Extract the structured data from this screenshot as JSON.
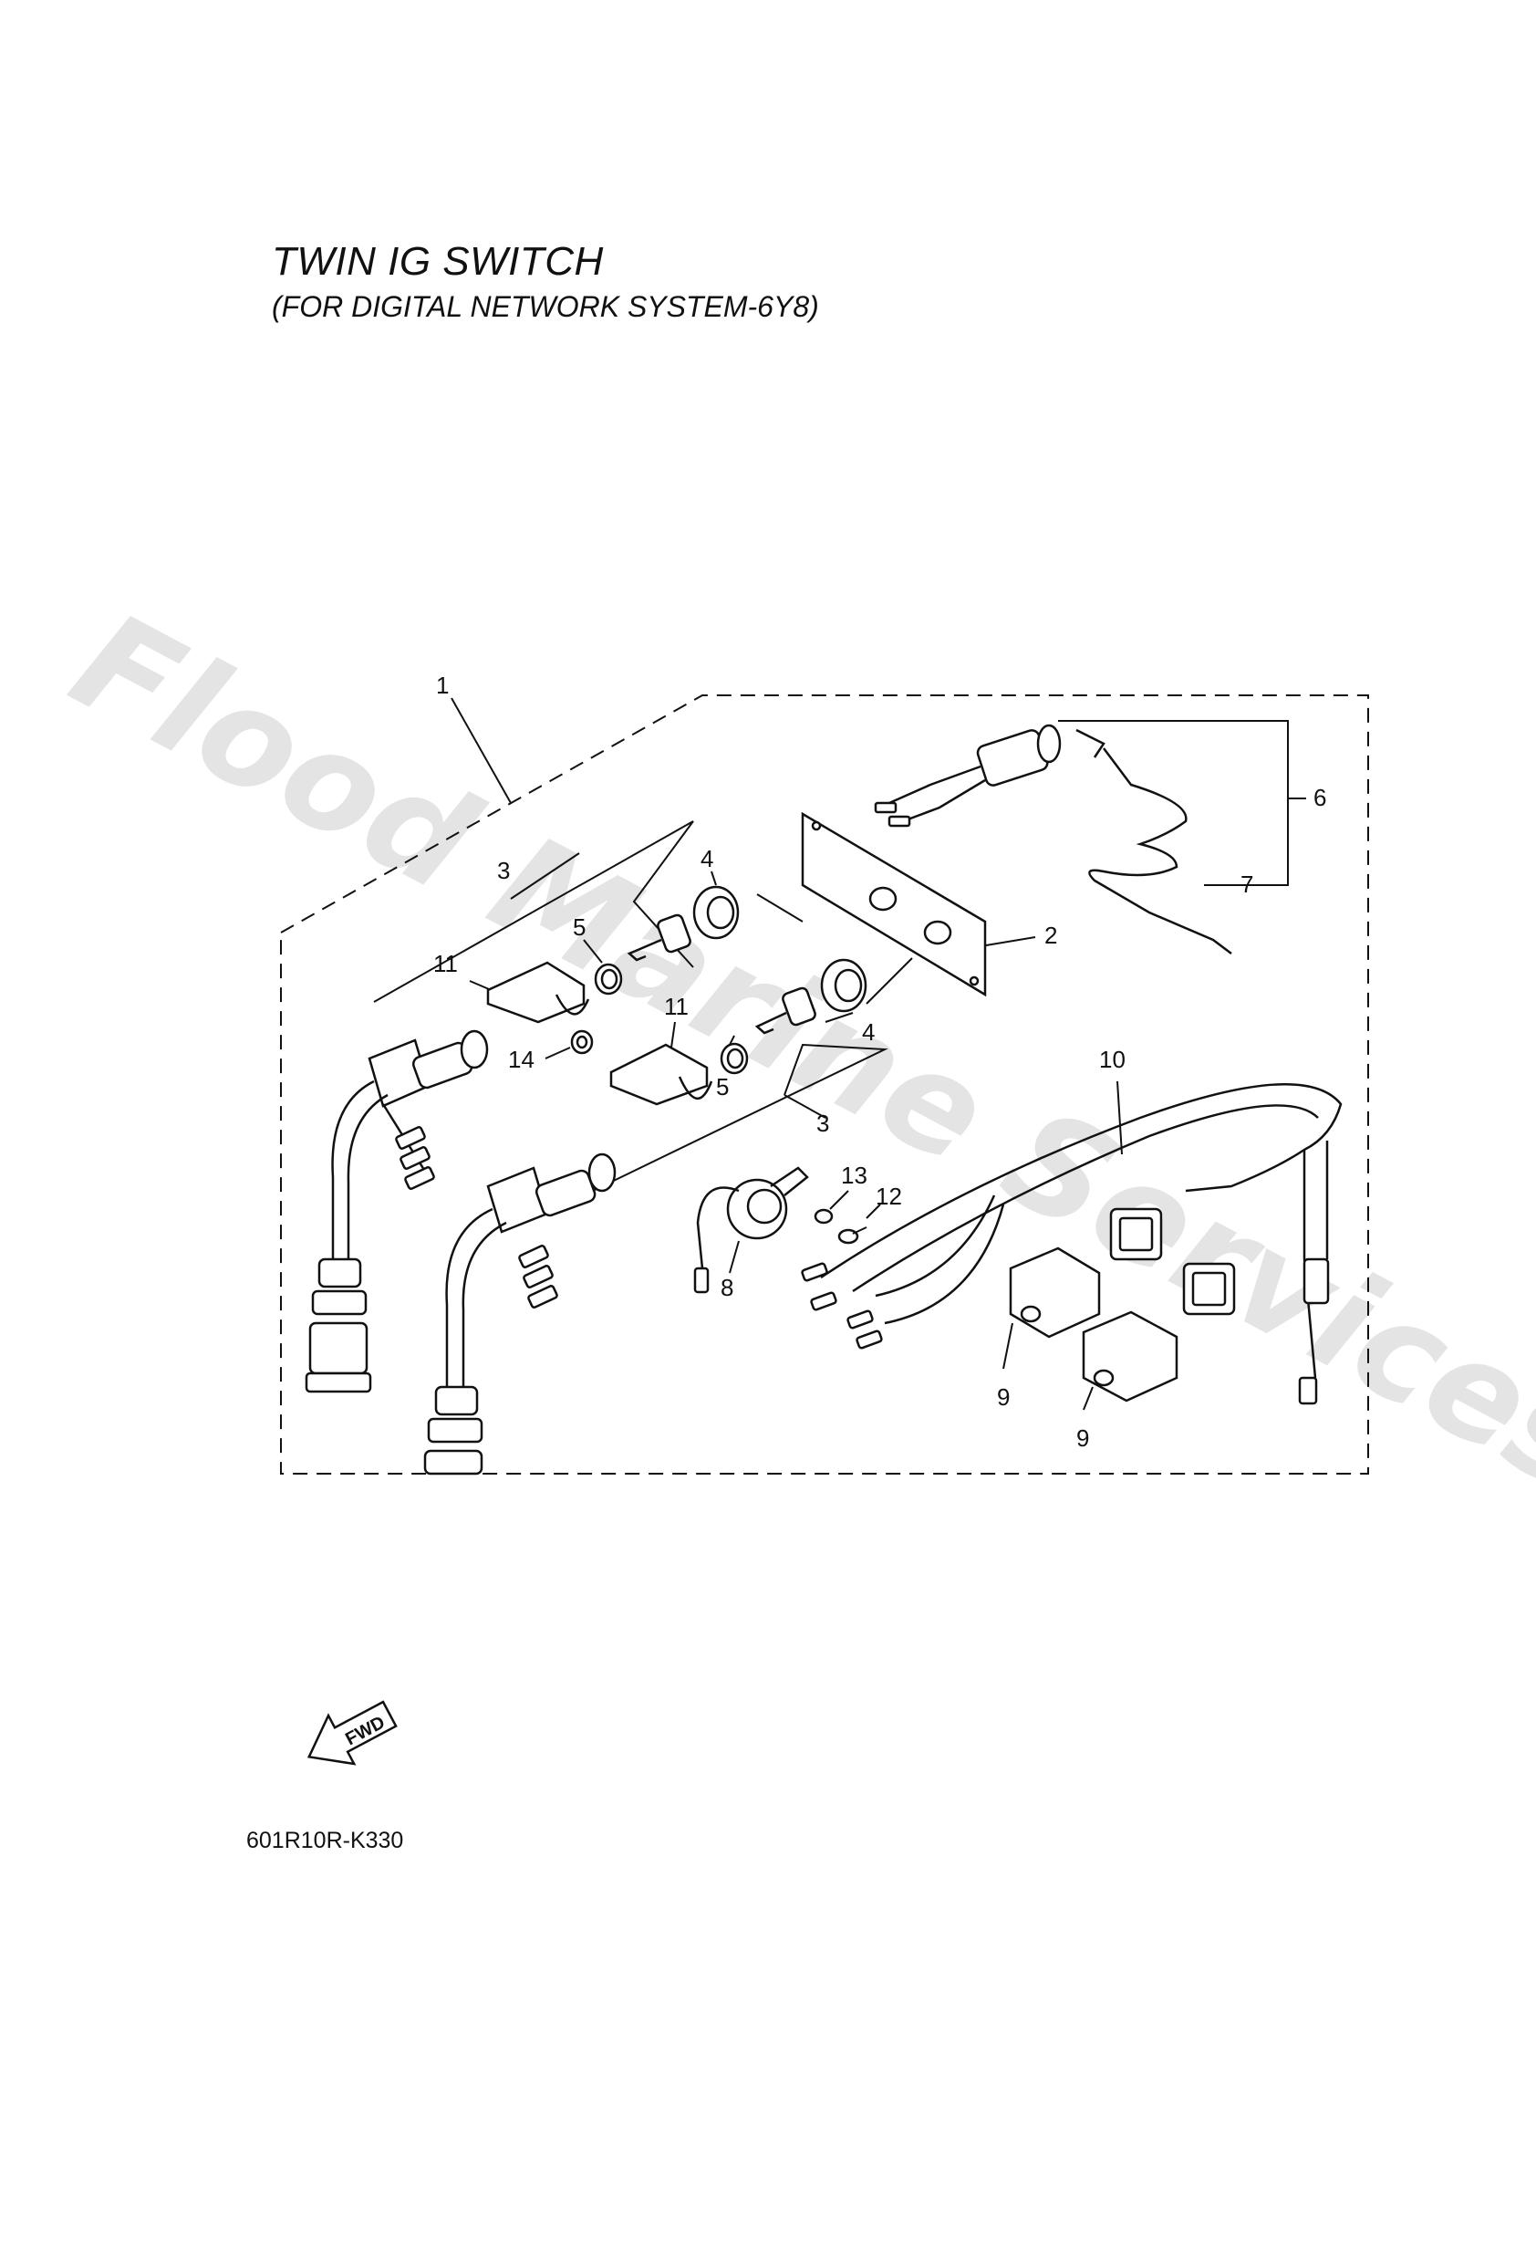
{
  "header": {
    "title": "TWIN IG SWITCH",
    "subtitle": "(FOR DIGITAL NETWORK SYSTEM-6Y8)"
  },
  "watermark": {
    "text": "Flood Marine Services",
    "color": "#cfcfcf"
  },
  "diagram": {
    "callouts": {
      "c1": "1",
      "c2": "2",
      "c3a": "3",
      "c3b": "3",
      "c4a": "4",
      "c4b": "4",
      "c5a": "5",
      "c5b": "5",
      "c6": "6",
      "c7": "7",
      "c8": "8",
      "c9a": "9",
      "c9b": "9",
      "c10": "10",
      "c11a": "11",
      "c11b": "11",
      "c12": "12",
      "c13": "13",
      "c14": "14"
    },
    "fwd_label": "FWD"
  },
  "footer": {
    "code": "601R10R-K330"
  }
}
